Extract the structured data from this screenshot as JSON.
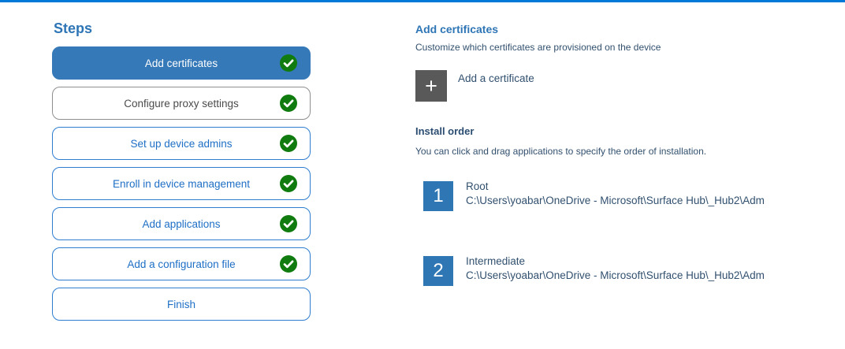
{
  "colors": {
    "accent_blue": "#0078d7",
    "active_step_bg": "#3579b8",
    "step_text_blue": "#1e6fc5",
    "step_border_blue": "#2e7dd1",
    "inactive_border_gray": "#8f8f8f",
    "inactive_text_gray": "#4b4b4b",
    "check_green": "#107c10",
    "plus_box_gray": "#595959",
    "order_badge_blue": "#2f76b5",
    "heading_blue": "#2e75b6",
    "body_text_blue": "#32506e"
  },
  "sidebar": {
    "title": "Steps",
    "steps": [
      {
        "label": "Add certificates",
        "state": "active",
        "completed": true
      },
      {
        "label": "Configure proxy settings",
        "state": "gray",
        "completed": true
      },
      {
        "label": "Set up device admins",
        "state": "default",
        "completed": true
      },
      {
        "label": "Enroll in device management",
        "state": "default",
        "completed": true
      },
      {
        "label": "Add applications",
        "state": "default",
        "completed": true
      },
      {
        "label": "Add a configuration file",
        "state": "default",
        "completed": true
      },
      {
        "label": "Finish",
        "state": "default",
        "completed": false
      }
    ]
  },
  "main": {
    "section_title": "Add certificates",
    "section_subtitle": "Customize which certificates are provisioned on the device",
    "add_certificate": {
      "icon": "plus-icon",
      "icon_glyph": "+",
      "label": "Add a certificate"
    },
    "install_order": {
      "title": "Install order",
      "subtitle": "You can click and drag applications to specify the order of installation.",
      "items": [
        {
          "order": "1",
          "name": "Root",
          "path": "C:\\Users\\yoabar\\OneDrive - Microsoft\\Surface Hub\\_Hub2\\Adm"
        },
        {
          "order": "2",
          "name": "Intermediate",
          "path": "C:\\Users\\yoabar\\OneDrive - Microsoft\\Surface Hub\\_Hub2\\Adm"
        }
      ]
    }
  }
}
